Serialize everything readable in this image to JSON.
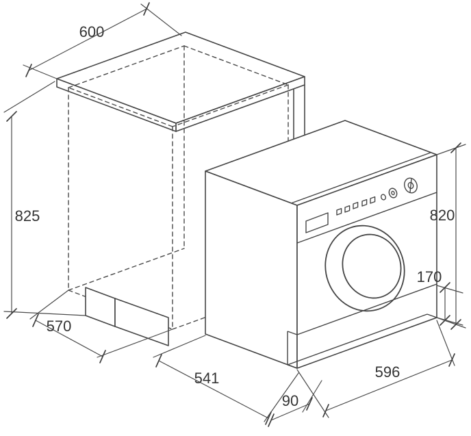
{
  "diagram": {
    "labels": {
      "niche_width": "600",
      "niche_height": "825",
      "niche_depth": "570",
      "machine_depth": "541",
      "door_protrusion": "90",
      "machine_width": "596",
      "plinth_height": "170",
      "machine_height": "820"
    },
    "colors": {
      "line": "#444444",
      "background": "#ffffff"
    }
  }
}
